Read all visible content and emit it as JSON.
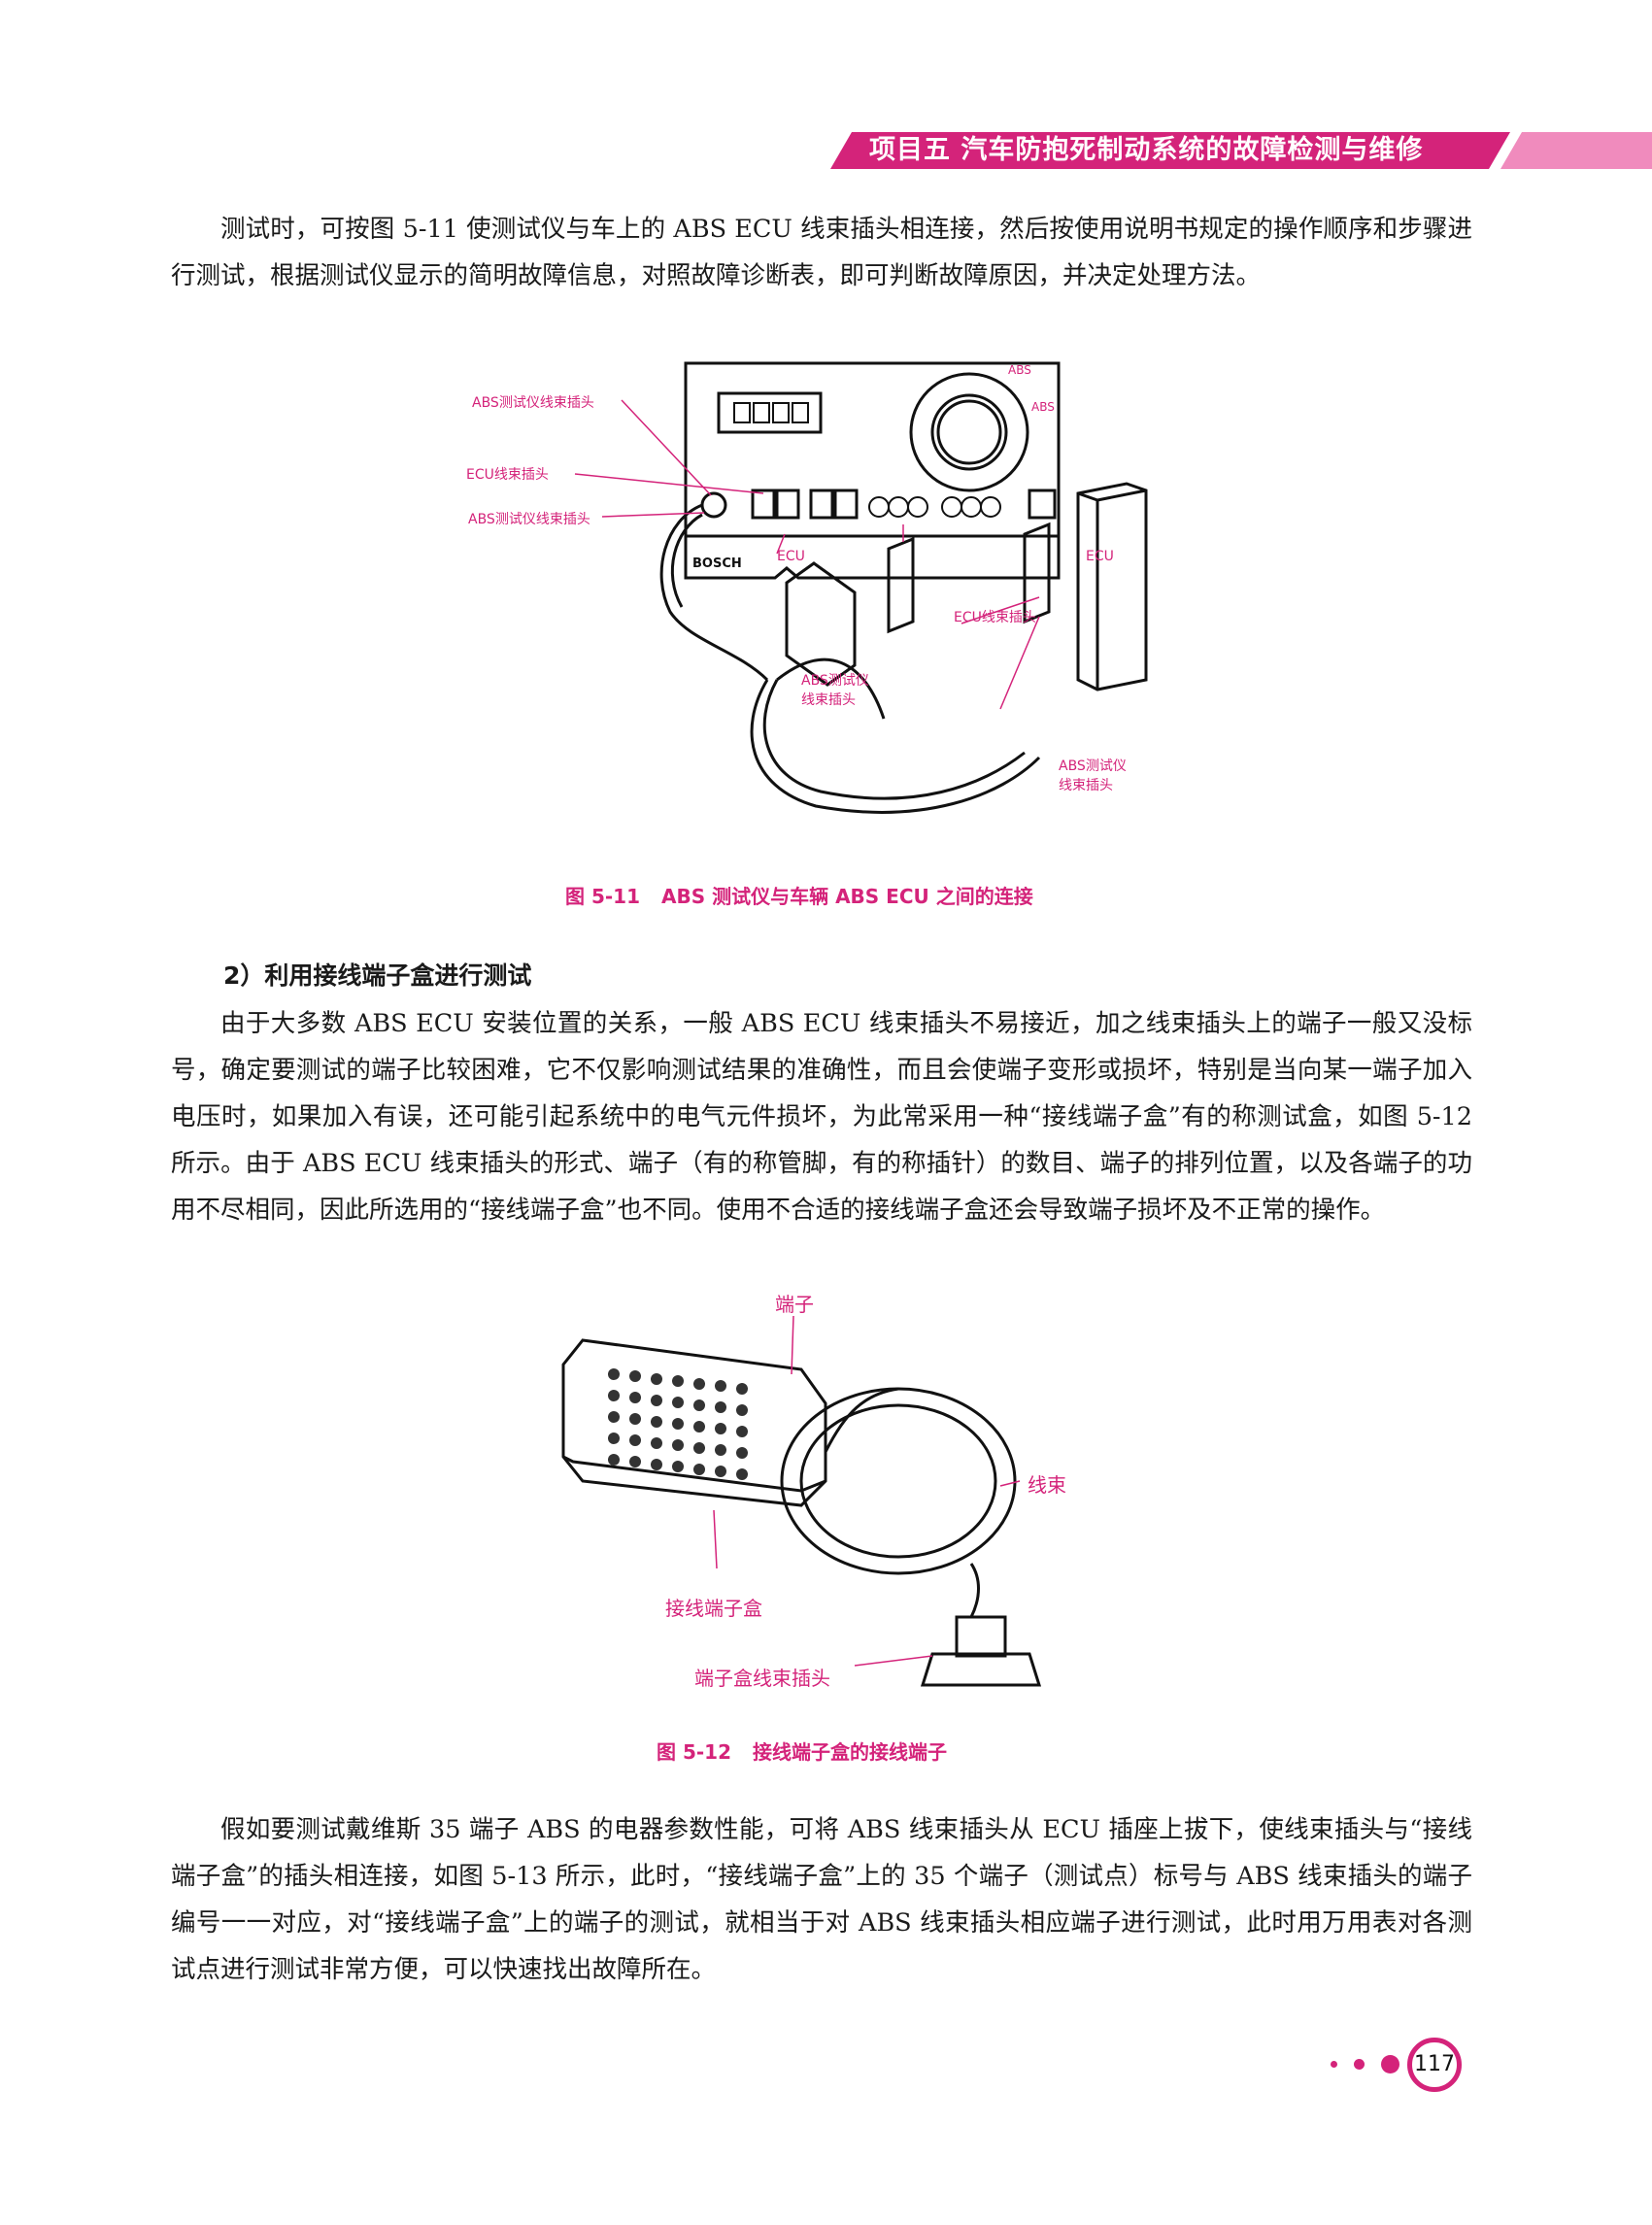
{
  "header": {
    "title": "项目五   汽车防抱死制动系统的故障检测与维修"
  },
  "paragraphs": {
    "p1": "测试时，可按图 5-11 使测试仪与车上的 ABS ECU 线束插头相连接，然后按使用说明书规定的操作顺序和步骤进行测试，根据测试仪显示的简明故障信息，对照故障诊断表，即可判断故障原因，并决定处理方法。",
    "p2": "由于大多数 ABS ECU 安装位置的关系，一般 ABS ECU 线束插头不易接近，加之线束插头上的端子一般又没标号，确定要测试的端子比较困难，它不仅影响测试结果的准确性，而且会使端子变形或损坏，特别是当向某一端子加入电压时，如果加入有误，还可能引起系统中的电气元件损坏，为此常采用一种“接线端子盒”有的称测试盒，如图 5-12 所示。由于 ABS ECU 线束插头的形式、端子（有的称管脚，有的称插针）的数目、端子的排列位置，以及各端子的功用不尽相同，因此所选用的“接线端子盒”也不同。使用不合适的接线端子盒还会导致端子损坏及不正常的操作。",
    "p3": "假如要测试戴维斯 35 端子 ABS 的电器参数性能，可将 ABS 线束插头从 ECU 插座上拔下，使线束插头与“接线端子盒”的插头相连接，如图 5-13 所示，此时，“接线端子盒”上的 35 个端子（测试点）标号与 ABS 线束插头的端子编号一一对应，对“接线端子盒”上的端子的测试，就相当于对 ABS 线束插头相应端子进行测试，此时用万用表对各测试点进行测试非常方便，可以快速找出故障所在。"
  },
  "section": {
    "heading": "2）利用接线端子盒进行测试"
  },
  "figure1": {
    "caption_num": "图 5-11",
    "caption_text": "ABS 测试仪与车辆 ABS ECU 之间的连接",
    "labels": {
      "tester_plug_top": "ABS测试仪线束插头",
      "ecu_plug": "ECU线束插头",
      "tester_plug_mid": "ABS测试仪线束插头",
      "ecu_plug_lower": "ECU线束插头",
      "tester_plug_left_1": "ABS测试仪",
      "tester_plug_left_2": "线束插头",
      "tester_plug_right_1": "ABS测试仪",
      "tester_plug_right_2": "线束插头",
      "ecu_box": "ECU",
      "bosch": "BOSCH",
      "panel_ecu": "ECU",
      "dial_abs_1": "ABS",
      "dial_abs_2": "ABS"
    }
  },
  "figure2": {
    "caption_num": "图 5-12",
    "caption_text": "接线端子盒的接线端子",
    "labels": {
      "terminal": "端子",
      "harness": "线束",
      "box": "接线端子盒",
      "box_plug": "端子盒线束插头"
    }
  },
  "footer": {
    "page_number": "117"
  },
  "colors": {
    "accent": "#d4237a"
  }
}
